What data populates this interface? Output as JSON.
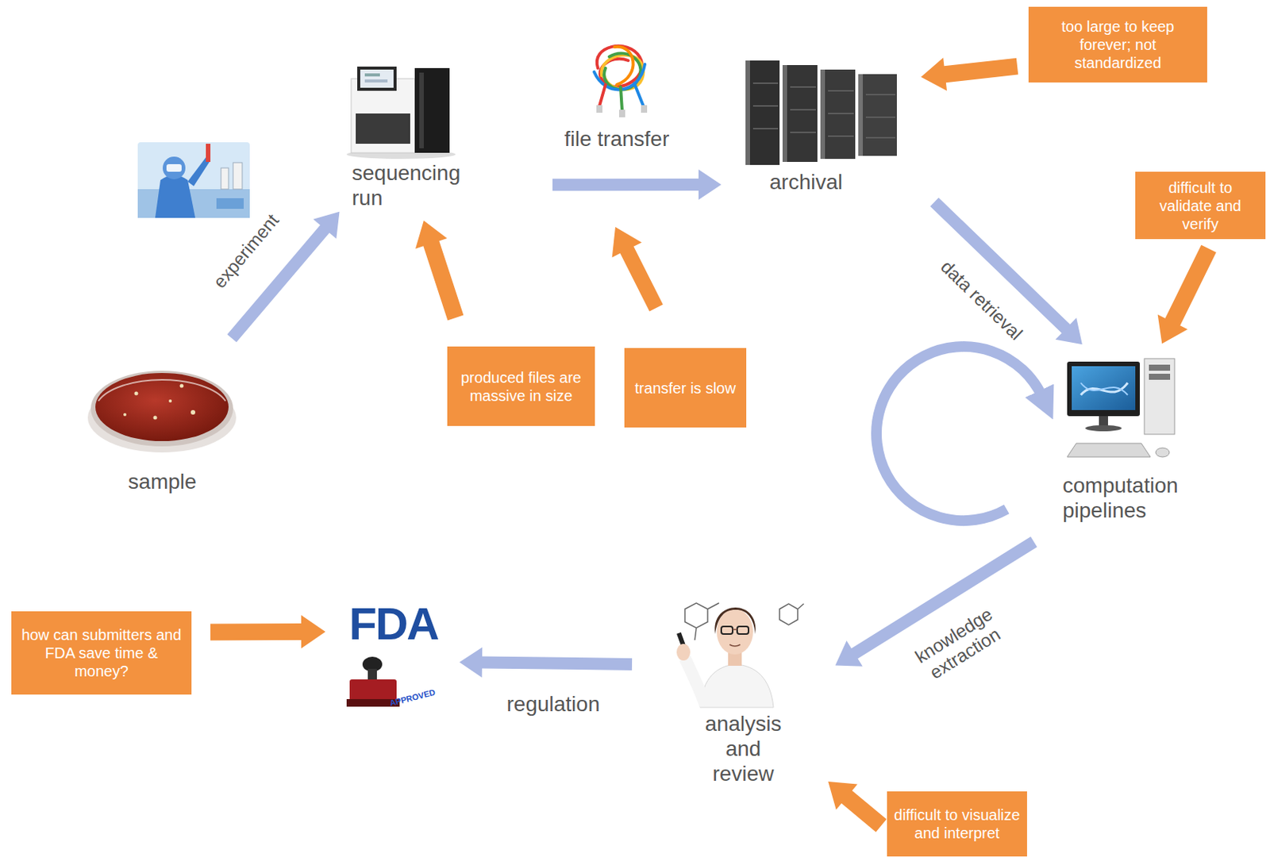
{
  "diagram": {
    "nodes": [
      {
        "text": [
          "sample"
        ]
      },
      {
        "text": [
          "sequencing run"
        ]
      },
      {
        "text": [
          "archival"
        ]
      },
      {
        "text": [
          "too large to keep forever; not standardized"
        ]
      },
      {
        "text": [
          "difficult to validate and verify"
        ]
      },
      {
        "text": [
          "computation pipelines"
        ]
      },
      {
        "text": [
          "produced files are massive in size"
        ]
      },
      {
        "text": [
          "transfer is slow"
        ]
      },
      {
        "text": [
          "how can submitters and FDA save time & money?"
        ]
      },
      {
        "text": [
          "FDA"
        ]
      },
      {
        "text": [
          "analysis and review"
        ]
      },
      {
        "text": [
          "difficult to visualize and interpret"
        ]
      }
    ],
    "edges": [
      {
        "from": 0,
        "to": 1,
        "label": "experiment",
        "arrow": "to"
      },
      {
        "from": 1,
        "to": 2,
        "label": "file transfer",
        "arrow": "to"
      },
      {
        "from": 2,
        "to": 5,
        "label": "data retrieval",
        "arrow": "to"
      },
      {
        "from": 5,
        "to": 10,
        "label": "knowledge extraction",
        "arrow": "to"
      },
      {
        "from": 10,
        "to": 9,
        "label": "regulation",
        "arrow": "to"
      },
      {
        "from": 3,
        "to": 2,
        "arrow": "to"
      },
      {
        "from": 4,
        "to": 5,
        "arrow": "to"
      },
      {
        "from": 6,
        "to": 1,
        "arrow": "to"
      },
      {
        "from": 8,
        "to": 9,
        "arrow": "to"
      },
      {
        "from": 11,
        "to": 10,
        "arrow": "to"
      }
    ],
    "labels": [
      "APPROVED"
    ]
  }
}
